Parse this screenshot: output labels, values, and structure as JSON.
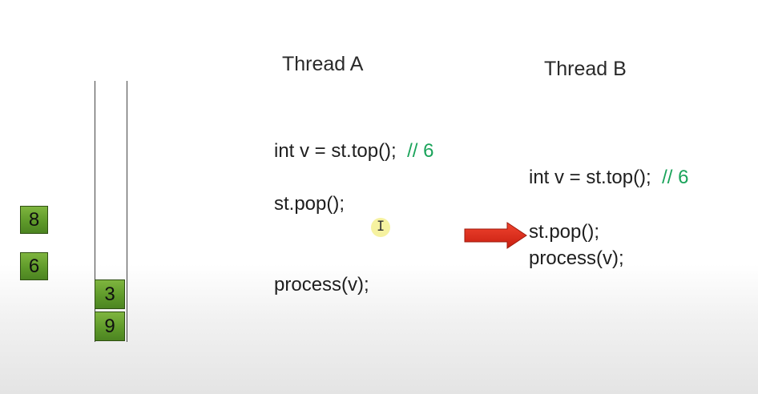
{
  "floating_items": [
    "8",
    "6"
  ],
  "stack_items": [
    "3",
    "9"
  ],
  "thread_a": {
    "title": "Thread A",
    "lines": {
      "top_code": "int v = st.top();",
      "top_comment": "// 6",
      "pop": "st.pop();",
      "process": "process(v);"
    }
  },
  "thread_b": {
    "title": "Thread B",
    "lines": {
      "top_code": "int v = st.top();",
      "top_comment": "// 6",
      "pop": "st.pop();",
      "process": "process(v);"
    }
  },
  "colors": {
    "box_fill": "#5f9a2a",
    "arrow": "#e02a1a",
    "comment": "#1aa35a",
    "cursor_highlight": "#f6f2a0"
  },
  "icons": {
    "pointer": "right-arrow-icon",
    "cursor": "text-cursor-icon"
  }
}
